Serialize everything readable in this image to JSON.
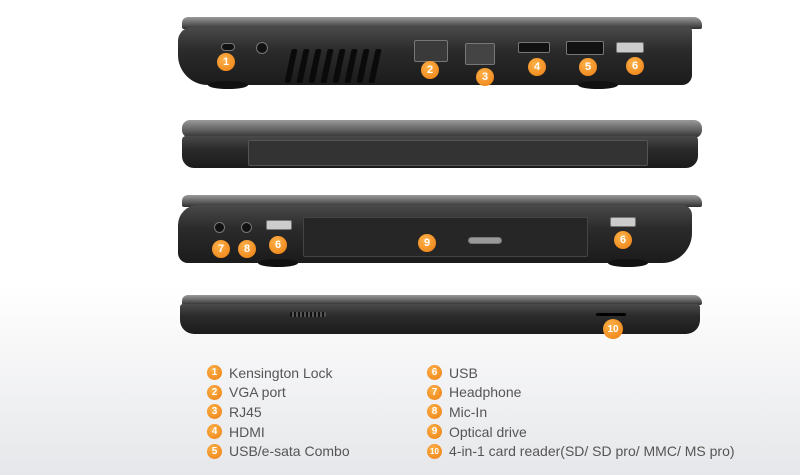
{
  "views": {
    "left_side": {
      "markers": [
        "1",
        "2",
        "3",
        "4",
        "5",
        "6"
      ]
    },
    "right_side": {
      "markers": [
        "7",
        "8",
        "6",
        "9",
        "6"
      ]
    },
    "front": {
      "markers": [
        "10"
      ]
    }
  },
  "legend": [
    {
      "num": "1",
      "label": "Kensington Lock"
    },
    {
      "num": "2",
      "label": "VGA port"
    },
    {
      "num": "3",
      "label": "RJ45"
    },
    {
      "num": "4",
      "label": "HDMI"
    },
    {
      "num": "5",
      "label": "USB/e-sata Combo"
    },
    {
      "num": "6",
      "label": "USB"
    },
    {
      "num": "7",
      "label": "Headphone"
    },
    {
      "num": "8",
      "label": "Mic-In"
    },
    {
      "num": "9",
      "label": "Optical drive"
    },
    {
      "num": "10",
      "label": "4-in-1 card reader(SD/ SD pro/ MMC/ MS pro)"
    }
  ],
  "colors": {
    "marker": "#ee7d10",
    "text": "#555555"
  }
}
